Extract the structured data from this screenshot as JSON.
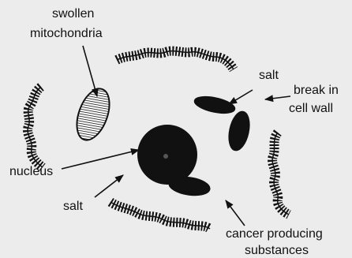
{
  "labels": {
    "mitochondria_line1": "swollen",
    "mitochondria_line2": "mitochondria",
    "salt_top": "salt",
    "break_line1": "break in",
    "break_line2": "cell wall",
    "nucleus": "nucleus",
    "salt_bottom": "salt",
    "cancer_line1": "cancer producing",
    "cancer_line2": "substances"
  },
  "colors": {
    "ink": "#111111",
    "background": "#ececec"
  }
}
